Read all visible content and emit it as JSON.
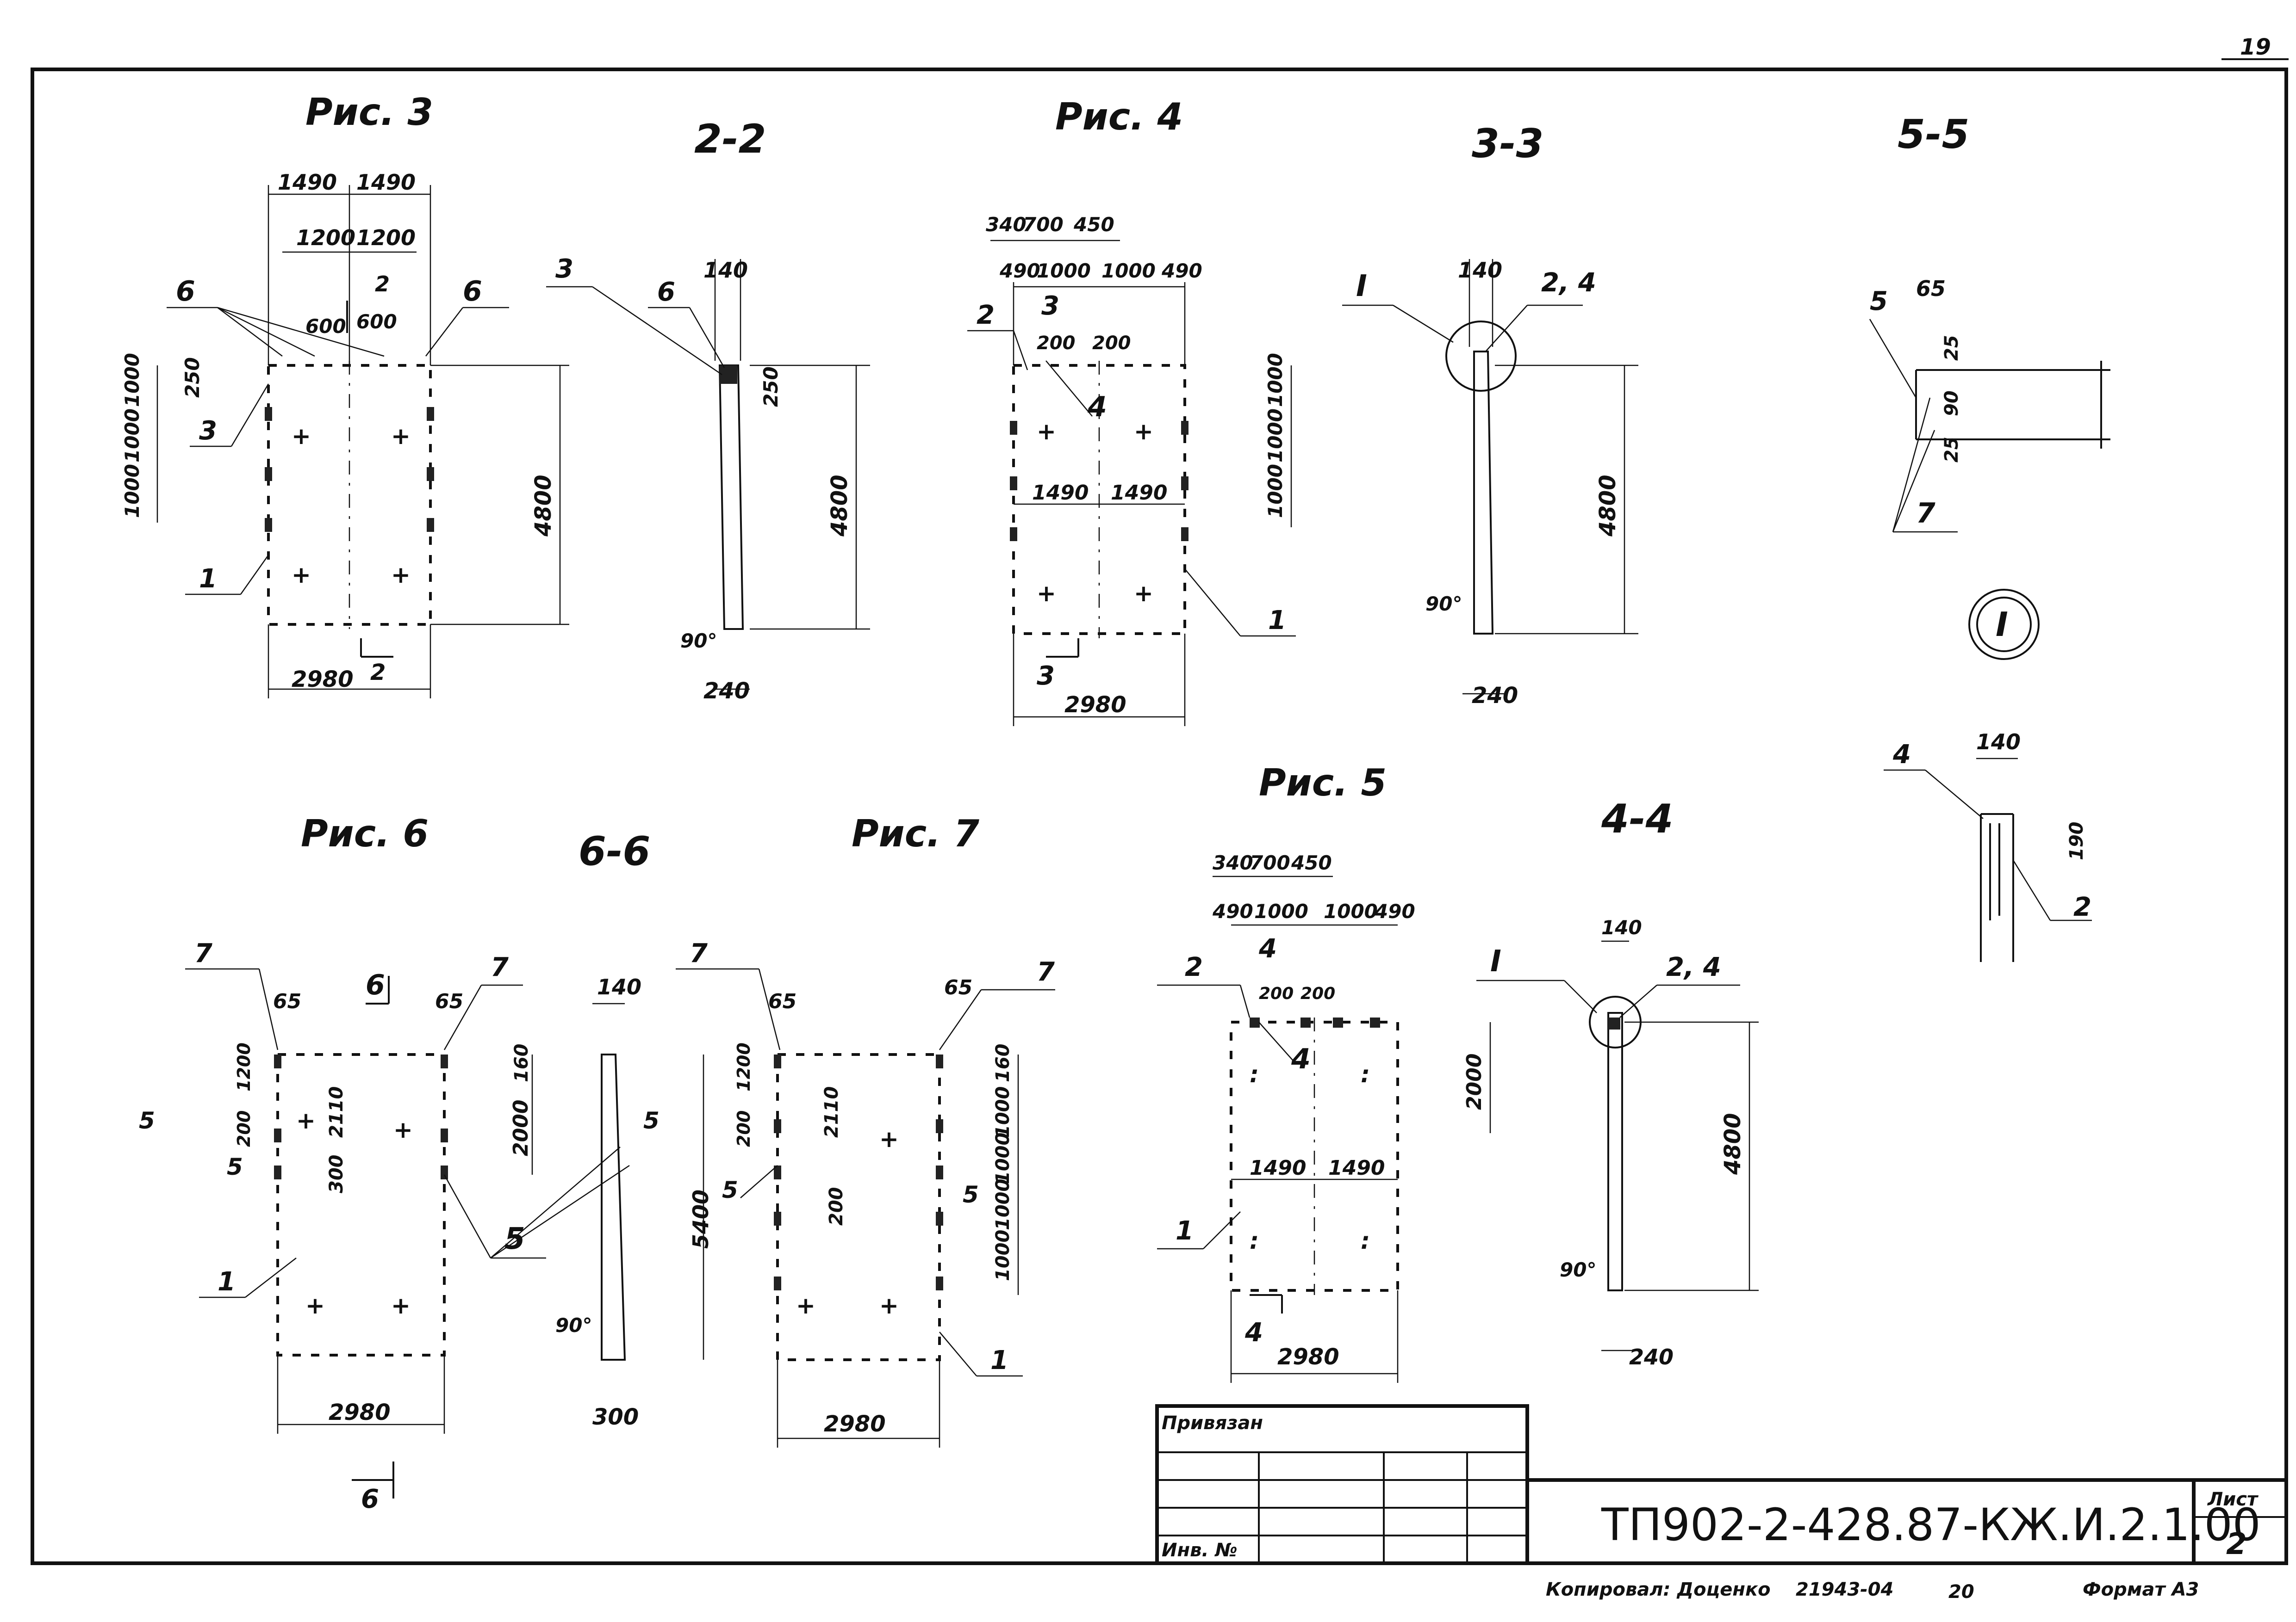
{
  "sheet": {
    "page_number": "19",
    "drawing_code": "ТП902-2-428.87-КЖ.И.2.1.00",
    "sheet_label": "Лист",
    "sheet_number": "2",
    "bound_label": "Привязан",
    "inv_label": "Инв. №",
    "copied_by": "Копировал: Доценко",
    "archive_no": "21943-04",
    "copy_no": "20",
    "format_label": "Формат А3"
  },
  "figures": {
    "fig3": "Рис. 3",
    "fig4": "Рис. 4",
    "fig5": "Рис. 5",
    "fig6": "Рис. 6",
    "fig7": "Рис. 7"
  },
  "sections": {
    "s22": "2-2",
    "s33": "3-3",
    "s55": "5-5",
    "s44": "4-4",
    "s66": "6-6"
  },
  "detail_mark": "I",
  "dims": {
    "d1490": "1490",
    "d1200": "1200",
    "d600": "600",
    "d1000": "1000",
    "d250": "250",
    "d4800": "4800",
    "d2980": "2980",
    "d140": "140",
    "d240": "240",
    "d340": "340",
    "d700": "700",
    "d450": "450",
    "d490": "490",
    "d200": "200",
    "d65": "65",
    "d25": "25",
    "d90": "90",
    "d190": "190",
    "d160": "160",
    "d2000": "2000",
    "d2110": "2110",
    "d5400": "5400",
    "d300": "300",
    "d90deg": "90°"
  },
  "marks": {
    "m1": "1",
    "m2": "2",
    "m3": "3",
    "m4": "4",
    "m5": "5",
    "m6": "6",
    "m7": "7",
    "m24": "2, 4"
  }
}
